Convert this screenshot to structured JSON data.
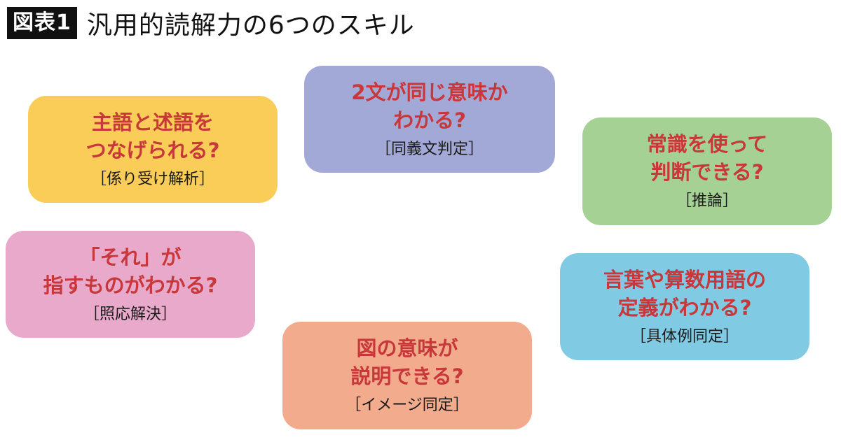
{
  "header": {
    "badge": "図表1",
    "title": "汎用的読解力の6つのスキル"
  },
  "skills": [
    {
      "id": "kakariuke",
      "line1": "主語と述語を",
      "line2": "つなげられる?",
      "label": "［係り受け解析］",
      "color": "#f9cd58"
    },
    {
      "id": "dougibun",
      "line1": "2文が同じ意味か",
      "line2": "わかる?",
      "label": "［同義文判定］",
      "color": "#a3a9d6"
    },
    {
      "id": "suiron",
      "line1": "常識を使って",
      "line2": "判断できる?",
      "label": "［推論］",
      "color": "#a5d195"
    },
    {
      "id": "shouou",
      "line1": "「それ」が",
      "line2": "指すものがわかる?",
      "label": "［照応解決］",
      "color": "#e8a9cb"
    },
    {
      "id": "gutairei",
      "line1": "言葉や算数用語の",
      "line2": "定義がわかる?",
      "label": "［具体例同定］",
      "color": "#80cae4"
    },
    {
      "id": "image",
      "line1": "図の意味が",
      "line2": "説明できる?",
      "label": "［イメージ同定］",
      "color": "#f3ab8d"
    }
  ]
}
